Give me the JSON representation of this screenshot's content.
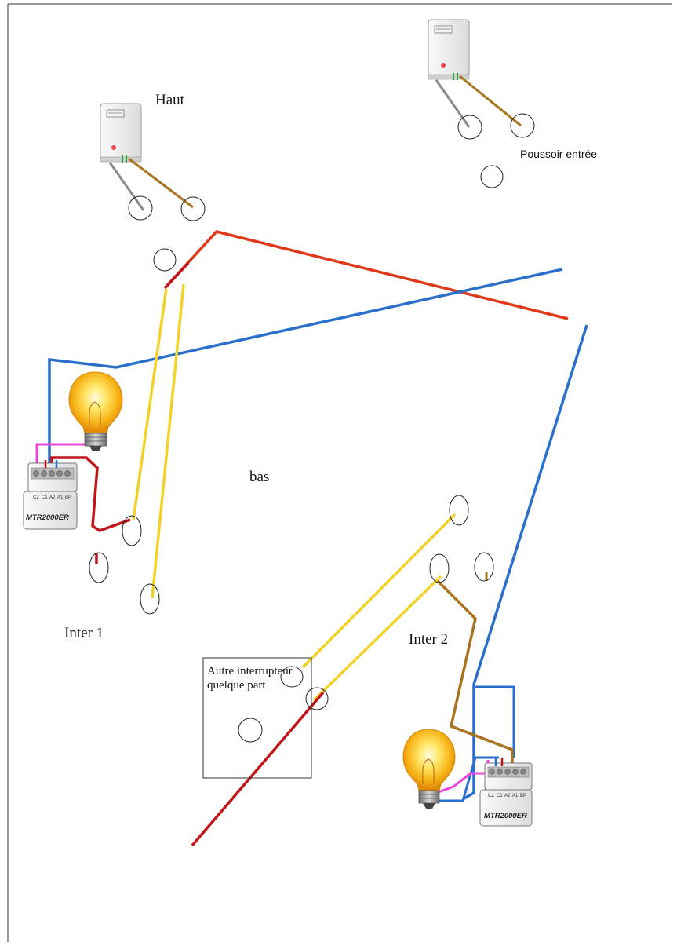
{
  "labels": {
    "haut": "Haut",
    "poussoir": "Poussoir entrée",
    "bas": "bas",
    "inter1": "Inter 1",
    "inter2": "Inter 2",
    "autre_line1": "Autre interrupteur",
    "autre_line2": "quelque part"
  },
  "modules": {
    "left_model": "MTR2000ER",
    "right_model": "MTR2000ER",
    "terminals": [
      "C2",
      "C1",
      "A2",
      "A1",
      "BP"
    ]
  },
  "colors": {
    "red": "#e0391a",
    "dark_red": "#c0161a",
    "blue": "#2a6fcc",
    "yellow": "#f2d22a",
    "brown": "#a8741e",
    "grey": "#8a8a8a",
    "magenta": "#ee44dd",
    "device": "#eeeeee"
  },
  "icons": [
    "remote-transmitter-icon",
    "light-bulb-icon",
    "micro-module-icon",
    "junction-circle-icon"
  ]
}
